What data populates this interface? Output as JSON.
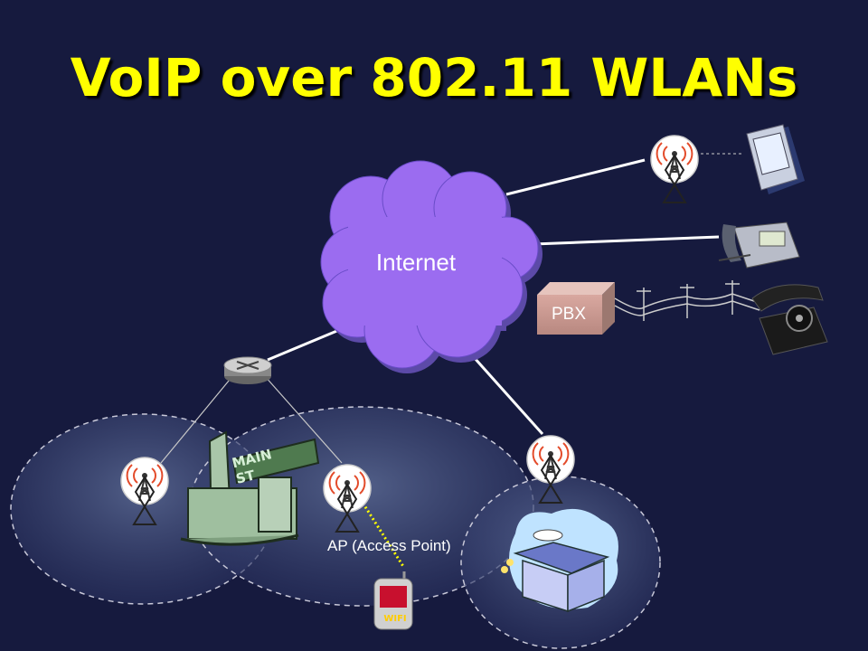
{
  "slide": {
    "title": "VoIP over 802.11 WLANs"
  },
  "diagram": {
    "cloud_label": "Internet",
    "pbx_label": "PBX",
    "ap_label": "AP (Access Point)",
    "street_sign_label": "MAIN ST",
    "phone_badge_label": "WIFI"
  },
  "colors": {
    "background": "#161a3e",
    "title": "#ffff00",
    "cloud": "#9b6cf0",
    "link": "#ffffff",
    "wifi_link": "#ffff00"
  },
  "icons": [
    "router-icon",
    "access-point-icon",
    "pda-icon",
    "ip-phone-icon",
    "rotary-phone-icon",
    "pbx-box-icon",
    "building-icon",
    "coffee-shop-icon",
    "wifi-phone-icon",
    "telephone-pole-icon"
  ]
}
